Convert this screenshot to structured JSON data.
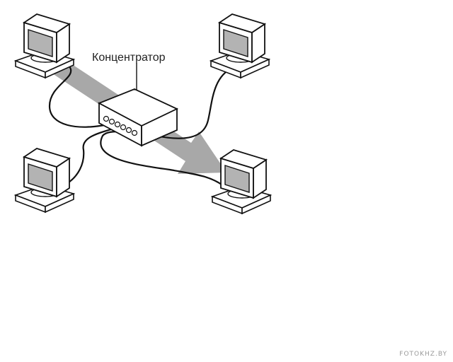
{
  "diagram": {
    "hub_label": "Концентратор",
    "nodes": [
      {
        "id": "pc-top-left",
        "icon": "computer-icon"
      },
      {
        "id": "pc-top-right",
        "icon": "computer-icon"
      },
      {
        "id": "pc-bottom-left",
        "icon": "computer-icon"
      },
      {
        "id": "pc-bottom-right",
        "icon": "computer-icon"
      },
      {
        "id": "hub",
        "icon": "hub-icon"
      }
    ],
    "flow_arrow": {
      "from": "pc-top-left",
      "to": "pc-bottom-right"
    },
    "colors": {
      "line": "#111111",
      "arrow": "#a8a8a8",
      "screen": "#b3b3b3",
      "body": "#ffffff"
    }
  },
  "watermark": "FOTOKHZ.BY"
}
